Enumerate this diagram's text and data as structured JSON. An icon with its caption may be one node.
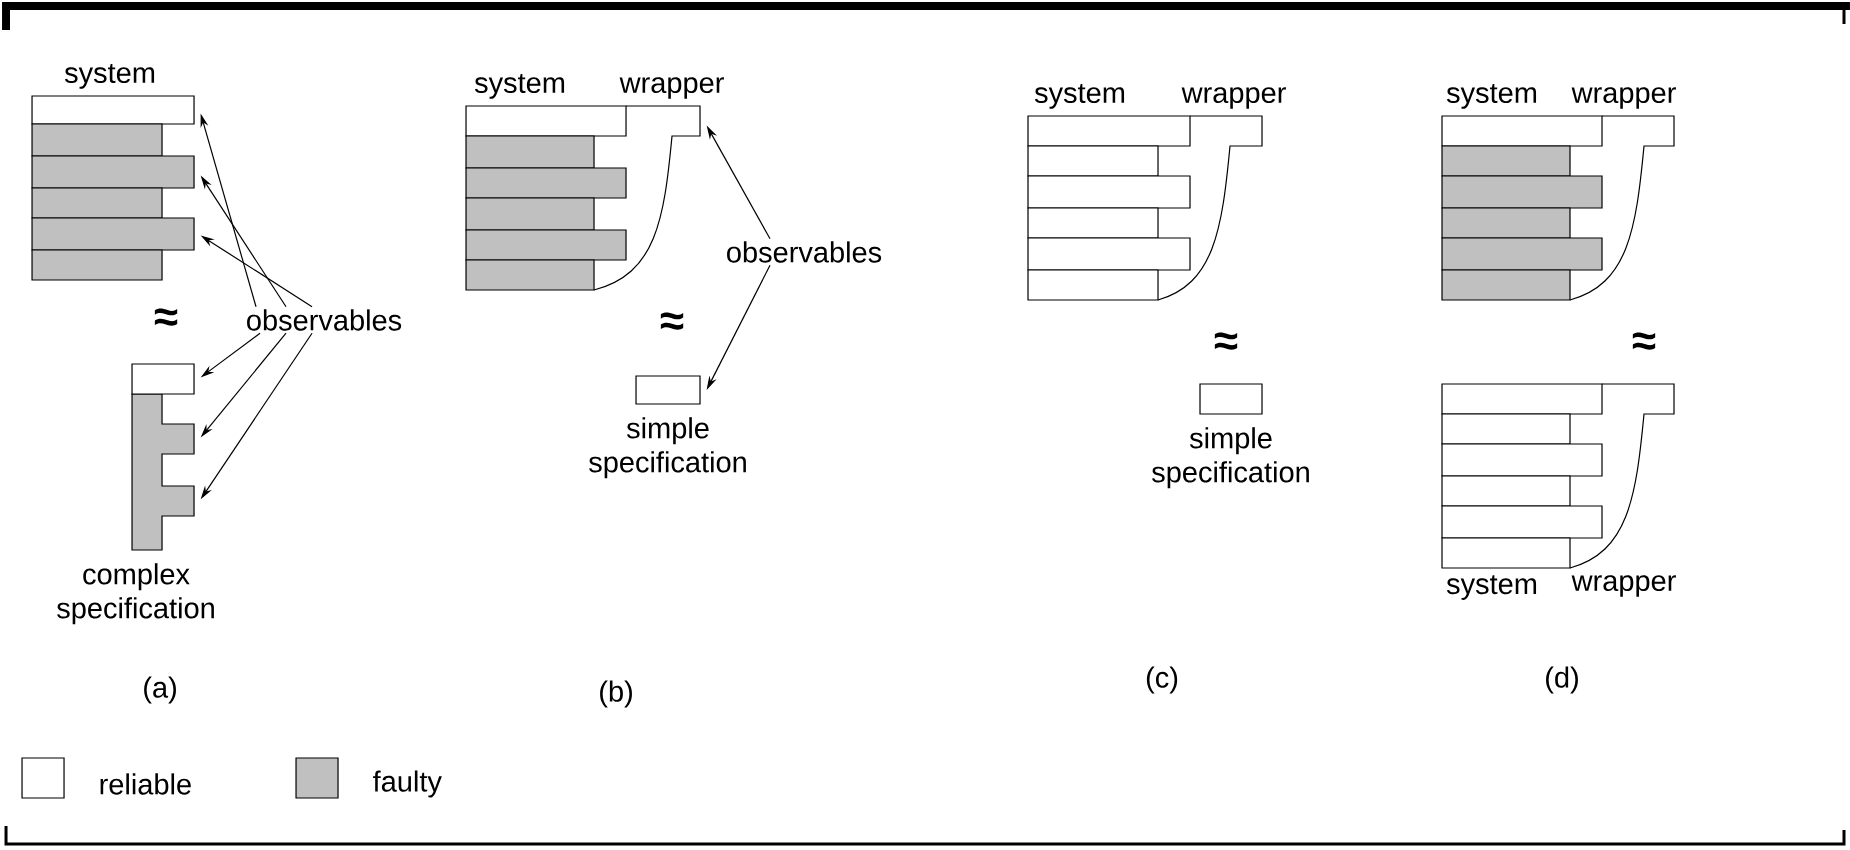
{
  "diagram": {
    "nodes": [
      {
        "text": [
          "system"
        ]
      },
      {
        "text": [
          "observables"
        ]
      },
      {
        "text": [
          "complex specification"
        ]
      },
      {
        "text": [
          "system"
        ]
      },
      {
        "text": [
          "wrapper"
        ]
      },
      {
        "text": [
          "observables"
        ]
      },
      {
        "text": [
          "simple specification"
        ]
      },
      {
        "text": [
          "system"
        ]
      },
      {
        "text": [
          "wrapper"
        ]
      },
      {
        "text": [
          "simple specification"
        ]
      },
      {
        "text": [
          "system"
        ]
      },
      {
        "text": [
          "wrapper"
        ]
      },
      {
        "text": [
          "system"
        ]
      },
      {
        "text": [
          "wrapper"
        ]
      }
    ],
    "edges": [
      {
        "from": 1,
        "to": 0,
        "arrow": "to"
      },
      {
        "from": 1,
        "to": 0,
        "arrow": "to"
      },
      {
        "from": 1,
        "to": 0,
        "arrow": "to"
      },
      {
        "from": 1,
        "to": 2,
        "arrow": "to"
      },
      {
        "from": 1,
        "to": 2,
        "arrow": "to"
      },
      {
        "from": 1,
        "to": 2,
        "arrow": "to"
      },
      {
        "from": 5,
        "to": 4,
        "arrow": "to"
      },
      {
        "from": 5,
        "to": 6,
        "arrow": "to"
      }
    ],
    "labels": [
      "≈",
      "≈",
      "≈",
      "≈",
      "(a)",
      "(b)",
      "(c)",
      "(d)"
    ],
    "legend": [
      {
        "text": "reliable"
      },
      {
        "text": "faulty",
        "color": "#c0c0c0"
      }
    ]
  }
}
